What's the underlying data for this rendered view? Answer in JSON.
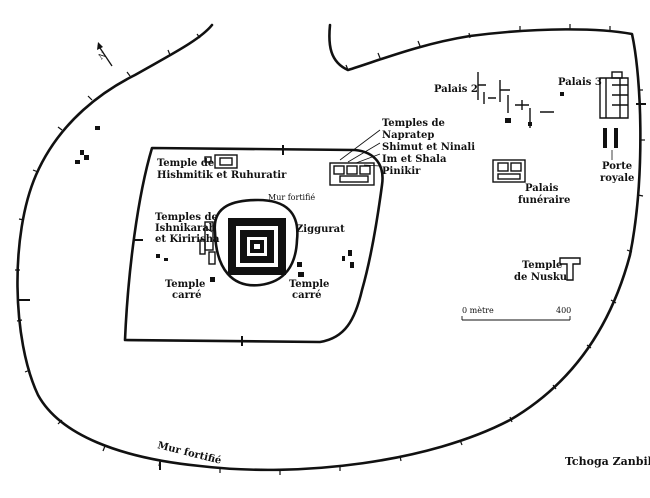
{
  "map": {
    "title": "Tchoga Zanbil",
    "north_label": "N",
    "scale": {
      "start": "0 mètre",
      "end": "400"
    },
    "labels": {
      "temple_hishmitik_1": "Temple de",
      "temple_hishmitik_2": "Hishmitik et Ruhuratir",
      "temples_napratep_1": "Temples de",
      "temples_napratep_2": "Napratep",
      "shimut_ninali": "Shimut et Ninali",
      "im_shala": "Im et Shala",
      "pinikir": "Pinikir",
      "mur_fortifie_inner": "Mur fortifié",
      "ziggurat": "Ziggurat",
      "temples_ishnikarab_1": "Temples de",
      "temples_ishnikarab_2": "Ishnikarab",
      "temples_ishnikarab_3": "et Kiririsha",
      "temple_carre_left_1": "Temple",
      "temple_carre_left_2": "carré",
      "temple_carre_right_1": "Temple",
      "temple_carre_right_2": "carré",
      "palais_2": "Palais 2",
      "palais_3": "Palais 3",
      "porte_royale_1": "Porte",
      "porte_royale_2": "royale",
      "palais_funeraire_1": "Palais",
      "palais_funeraire_2": "funéraire",
      "temple_nusku_1": "Temple",
      "temple_nusku_2": "de Nusku",
      "mur_fortifie_outer": "Mur fortifié"
    }
  }
}
